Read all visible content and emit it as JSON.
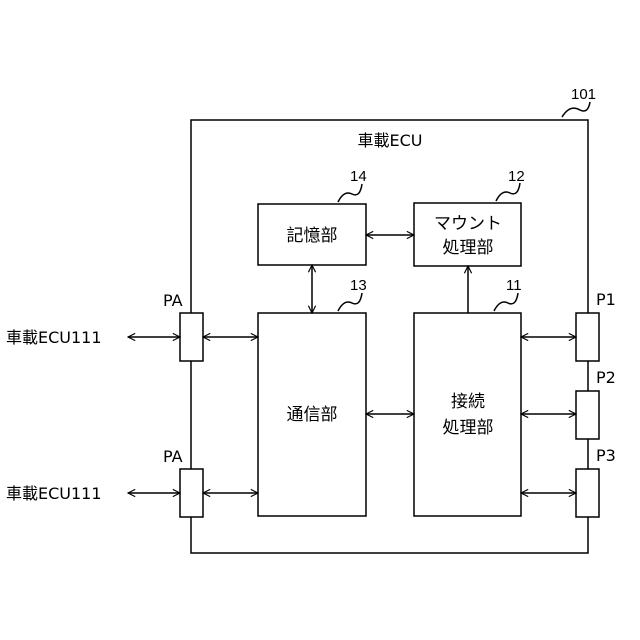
{
  "outer": {
    "title": "車載ECU",
    "ref": "101"
  },
  "blocks": {
    "memory": {
      "label": "記憶部",
      "ref": "14"
    },
    "mount": {
      "line1": "マウント",
      "line2": "処理部",
      "ref": "12"
    },
    "comm": {
      "label": "通信部",
      "ref": "13"
    },
    "connect": {
      "line1": "接続",
      "line2": "処理部",
      "ref": "11"
    }
  },
  "ports": {
    "pa_top": "PA",
    "pa_bottom": "PA",
    "p1": "P1",
    "p2": "P2",
    "p3": "P3"
  },
  "external": {
    "top": "車載ECU111",
    "bottom": "車載ECU111"
  }
}
